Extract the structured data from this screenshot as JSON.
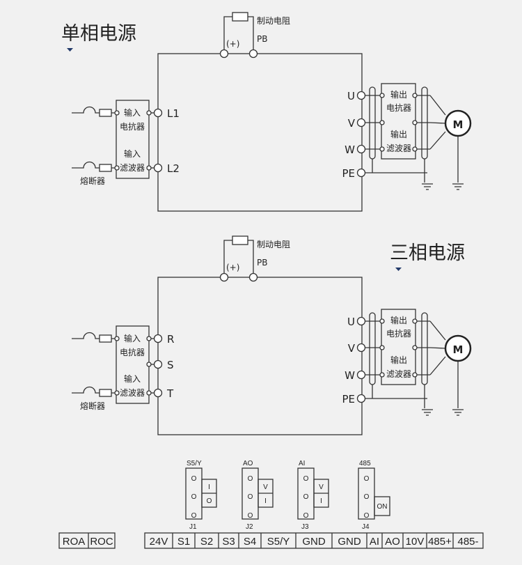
{
  "single_phase": {
    "title": "单相电源",
    "brake_resistor": "制动电阻",
    "plus_terminal": "(+)",
    "pb_terminal": "PB",
    "inputs": [
      "L1",
      "L2"
    ],
    "input_reactor": [
      "输入",
      "电抗器"
    ],
    "input_filter": [
      "输入",
      "滤波器"
    ],
    "fuse": "熔断器",
    "outputs": [
      "U",
      "V",
      "W",
      "PE"
    ],
    "output_reactor": [
      "输出",
      "电抗器"
    ],
    "output_filter": [
      "输出",
      "滤波器"
    ],
    "motor": "M"
  },
  "three_phase": {
    "title": "三相电源",
    "brake_resistor": "制动电阻",
    "plus_terminal": "(+)",
    "pb_terminal": "PB",
    "inputs": [
      "R",
      "S",
      "T"
    ],
    "input_reactor": [
      "输入",
      "电抗器"
    ],
    "input_filter": [
      "输入",
      "滤波器"
    ],
    "fuse": "熔断器",
    "outputs": [
      "U",
      "V",
      "W",
      "PE"
    ],
    "output_reactor": [
      "输出",
      "电抗器"
    ],
    "output_filter": [
      "输出",
      "滤波器"
    ],
    "motor": "M"
  },
  "jumpers": [
    {
      "top": "S5/Y",
      "name": "J1",
      "pins": [
        "O",
        "O",
        "O"
      ],
      "tabs": [
        "I",
        "O"
      ]
    },
    {
      "top": "AO",
      "name": "J2",
      "pins": [
        "O",
        "O",
        "O"
      ],
      "tabs": [
        "V",
        "I"
      ]
    },
    {
      "top": "AI",
      "name": "J3",
      "pins": [
        "O",
        "O",
        "O"
      ],
      "tabs": [
        "V",
        "I"
      ]
    },
    {
      "top": "485",
      "name": "J4",
      "pins": [
        "O",
        "O",
        "O"
      ],
      "tabs": [
        "ON"
      ]
    }
  ],
  "relay_terminals": [
    "ROA",
    "ROC"
  ],
  "control_terminals": [
    "24V",
    "S1",
    "S2",
    "S3",
    "S4",
    "S5/Y",
    "GND",
    "GND",
    "AI",
    "AO",
    "10V",
    "485+",
    "485-"
  ]
}
